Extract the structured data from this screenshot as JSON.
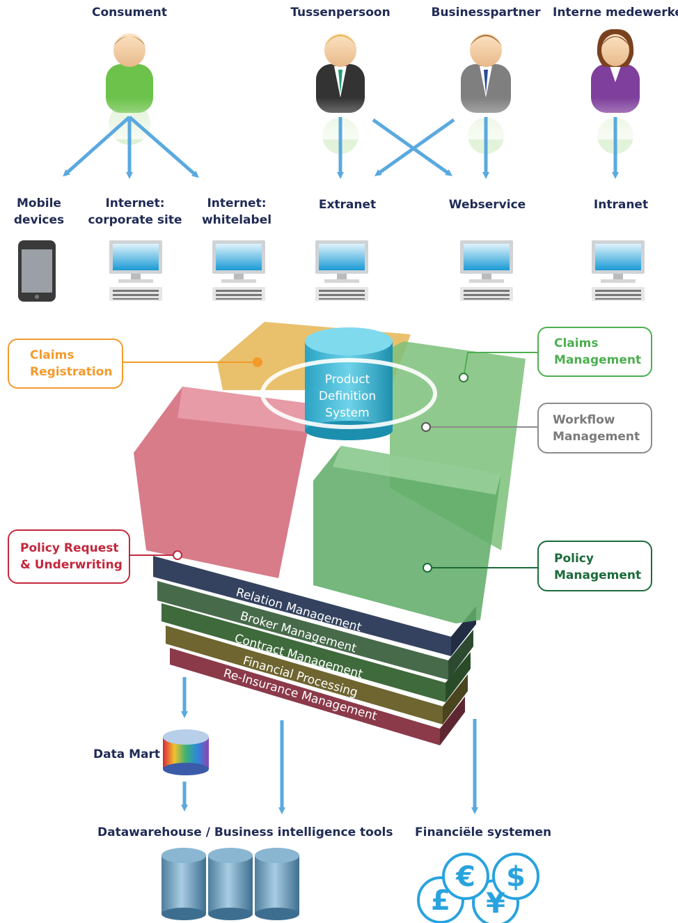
{
  "actors": [
    {
      "label": "Consument"
    },
    {
      "label": "Tussenpersoon"
    },
    {
      "label": "Businesspartner"
    },
    {
      "label": "Interne medewerker"
    }
  ],
  "channels": [
    {
      "line1": "Mobile",
      "line2": "devices"
    },
    {
      "line1": "Internet:",
      "line2": "corporate site"
    },
    {
      "line1": "Internet:",
      "line2": "whitelabel"
    },
    {
      "line1": "Extranet",
      "line2": ""
    },
    {
      "line1": "Webservice",
      "line2": ""
    },
    {
      "line1": "Intranet",
      "line2": ""
    }
  ],
  "core": {
    "pds_line1": "Product",
    "pds_line2": "Definition",
    "pds_line3": "System",
    "layers": [
      "Relation Management",
      "Broker Management",
      "Contract Management",
      "Financial Processing",
      "Re-Insurance Management"
    ]
  },
  "callouts": {
    "claims_registration": {
      "line1": "Claims",
      "line2": "Registration",
      "color": "#f39a2b"
    },
    "claims_management": {
      "line1": "Claims",
      "line2": "Management",
      "color": "#4caf50"
    },
    "workflow_management": {
      "line1": "Workflow",
      "line2": "Management",
      "color": "#8c8c8c"
    },
    "policy_request": {
      "line1": "Policy Request",
      "line2": "& Underwriting",
      "color": "#c2283d"
    },
    "policy_management": {
      "line1": "Policy",
      "line2": "Management",
      "color": "#1b6b3a"
    }
  },
  "outputs": {
    "data_mart": "Data Mart",
    "datawarehouse": "Datawarehouse / Business intelligence tools",
    "financial": "Financiële systemen",
    "currency_symbols": [
      "€",
      "$",
      "£",
      "¥"
    ]
  }
}
